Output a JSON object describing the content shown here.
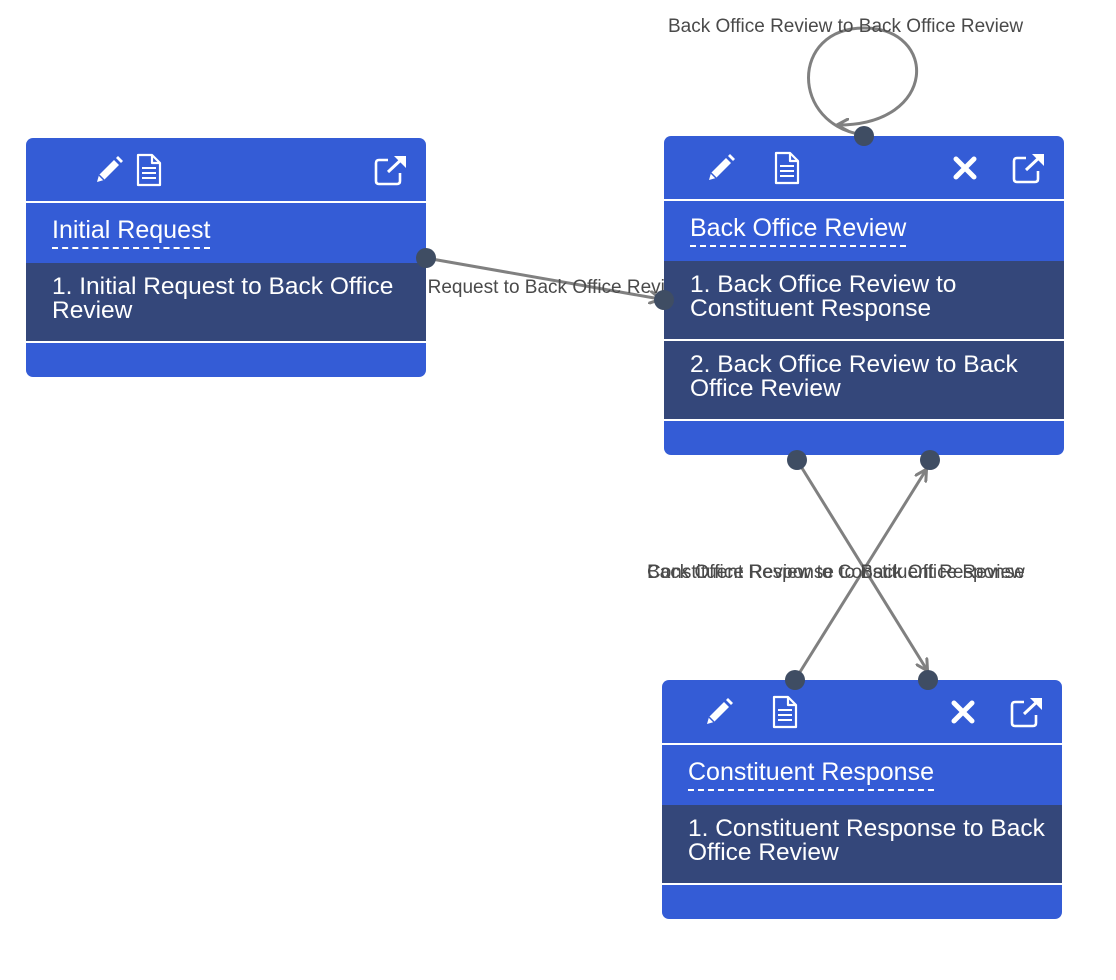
{
  "colors": {
    "node_bg": "#345cd6",
    "transition_bg": "#34477a",
    "edge": "#808080",
    "port": "#3f4d63"
  },
  "icons": {
    "edit": "pencil-icon",
    "document": "document-icon",
    "delete": "close-icon",
    "open": "external-link-icon"
  },
  "nodes": [
    {
      "id": "initial-request",
      "title": "Initial Request",
      "transitions": [
        "1. Initial Request to Back Office Review"
      ],
      "deletable": false
    },
    {
      "id": "back-office-review",
      "title": "Back Office Review",
      "transitions": [
        "1. Back Office Review to Constituent Response",
        "2. Back Office Review to Back Office Review"
      ],
      "deletable": true
    },
    {
      "id": "constituent-response",
      "title": "Constituent Response",
      "transitions": [
        "1. Constituent Response to Back Office Review"
      ],
      "deletable": true
    }
  ],
  "edges": [
    {
      "from": "initial-request",
      "to": "back-office-review",
      "label": "Initial Request to Back Office Review"
    },
    {
      "from": "back-office-review",
      "to": "back-office-review",
      "label": "Back Office Review to Back Office Review"
    },
    {
      "from": "back-office-review",
      "to": "constituent-response",
      "label": "Back Office Review to Constituent Response"
    },
    {
      "from": "constituent-response",
      "to": "back-office-review",
      "label": "Constituent Response to Back Office Review"
    }
  ]
}
